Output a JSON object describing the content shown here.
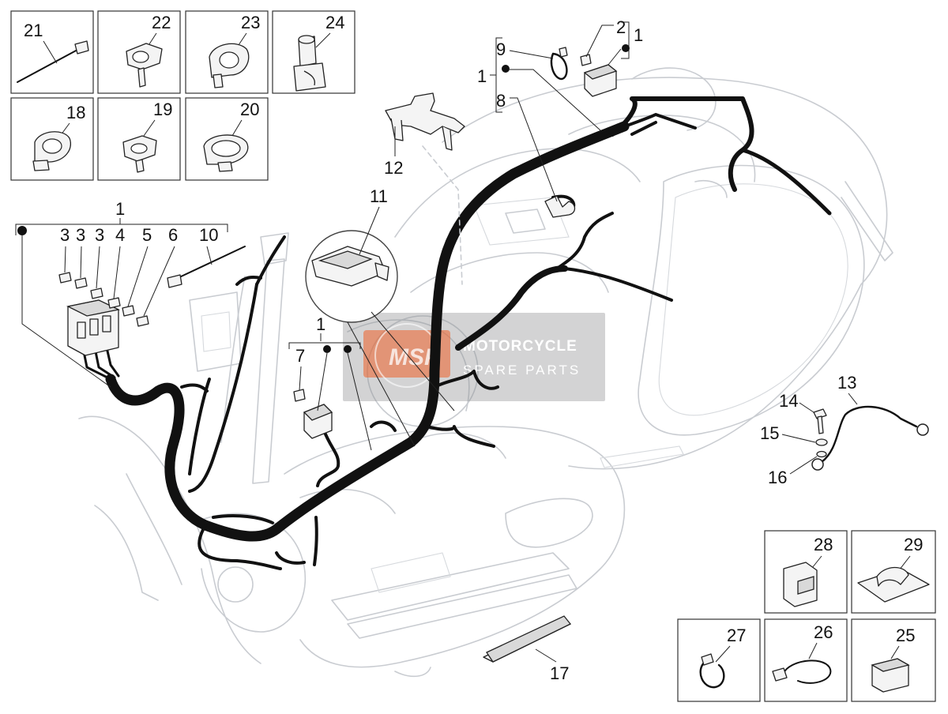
{
  "watermark": {
    "line1": "MOTORCYCLE",
    "line2": "SPARE PARTS",
    "logo_text": "MSP",
    "accent_color": "#e46a3b",
    "panel_color": "#8b8d91"
  },
  "boxed_parts": [
    {
      "num": "21",
      "icon": "cable-tie-icon"
    },
    {
      "num": "22",
      "icon": "cable-clamp-icon"
    },
    {
      "num": "23",
      "icon": "cable-clip-icon"
    },
    {
      "num": "24",
      "icon": "harness-holder-icon"
    },
    {
      "num": "18",
      "icon": "clip-icon"
    },
    {
      "num": "19",
      "icon": "clamp-icon"
    },
    {
      "num": "20",
      "icon": "band-clip-icon"
    },
    {
      "num": "28",
      "icon": "plastic-clip-icon"
    },
    {
      "num": "29",
      "icon": "flat-clamp-icon"
    },
    {
      "num": "27",
      "icon": "hose-clamp-icon"
    },
    {
      "num": "26",
      "icon": "wire-loop-icon"
    },
    {
      "num": "25",
      "icon": "connector-block-icon"
    }
  ],
  "callouts": {
    "c9": "9",
    "c1a": "1",
    "c8": "8",
    "c2": "2",
    "c1b": "1",
    "c12": "12",
    "c11": "11",
    "c1main": "1",
    "c3a": "3",
    "c3b": "3",
    "c3c": "3",
    "c4": "4",
    "c5": "5",
    "c6": "6",
    "c10": "10",
    "c1mid": "1",
    "c7": "7",
    "c13": "13",
    "c14": "14",
    "c15": "15",
    "c16": "16",
    "c17": "17"
  }
}
